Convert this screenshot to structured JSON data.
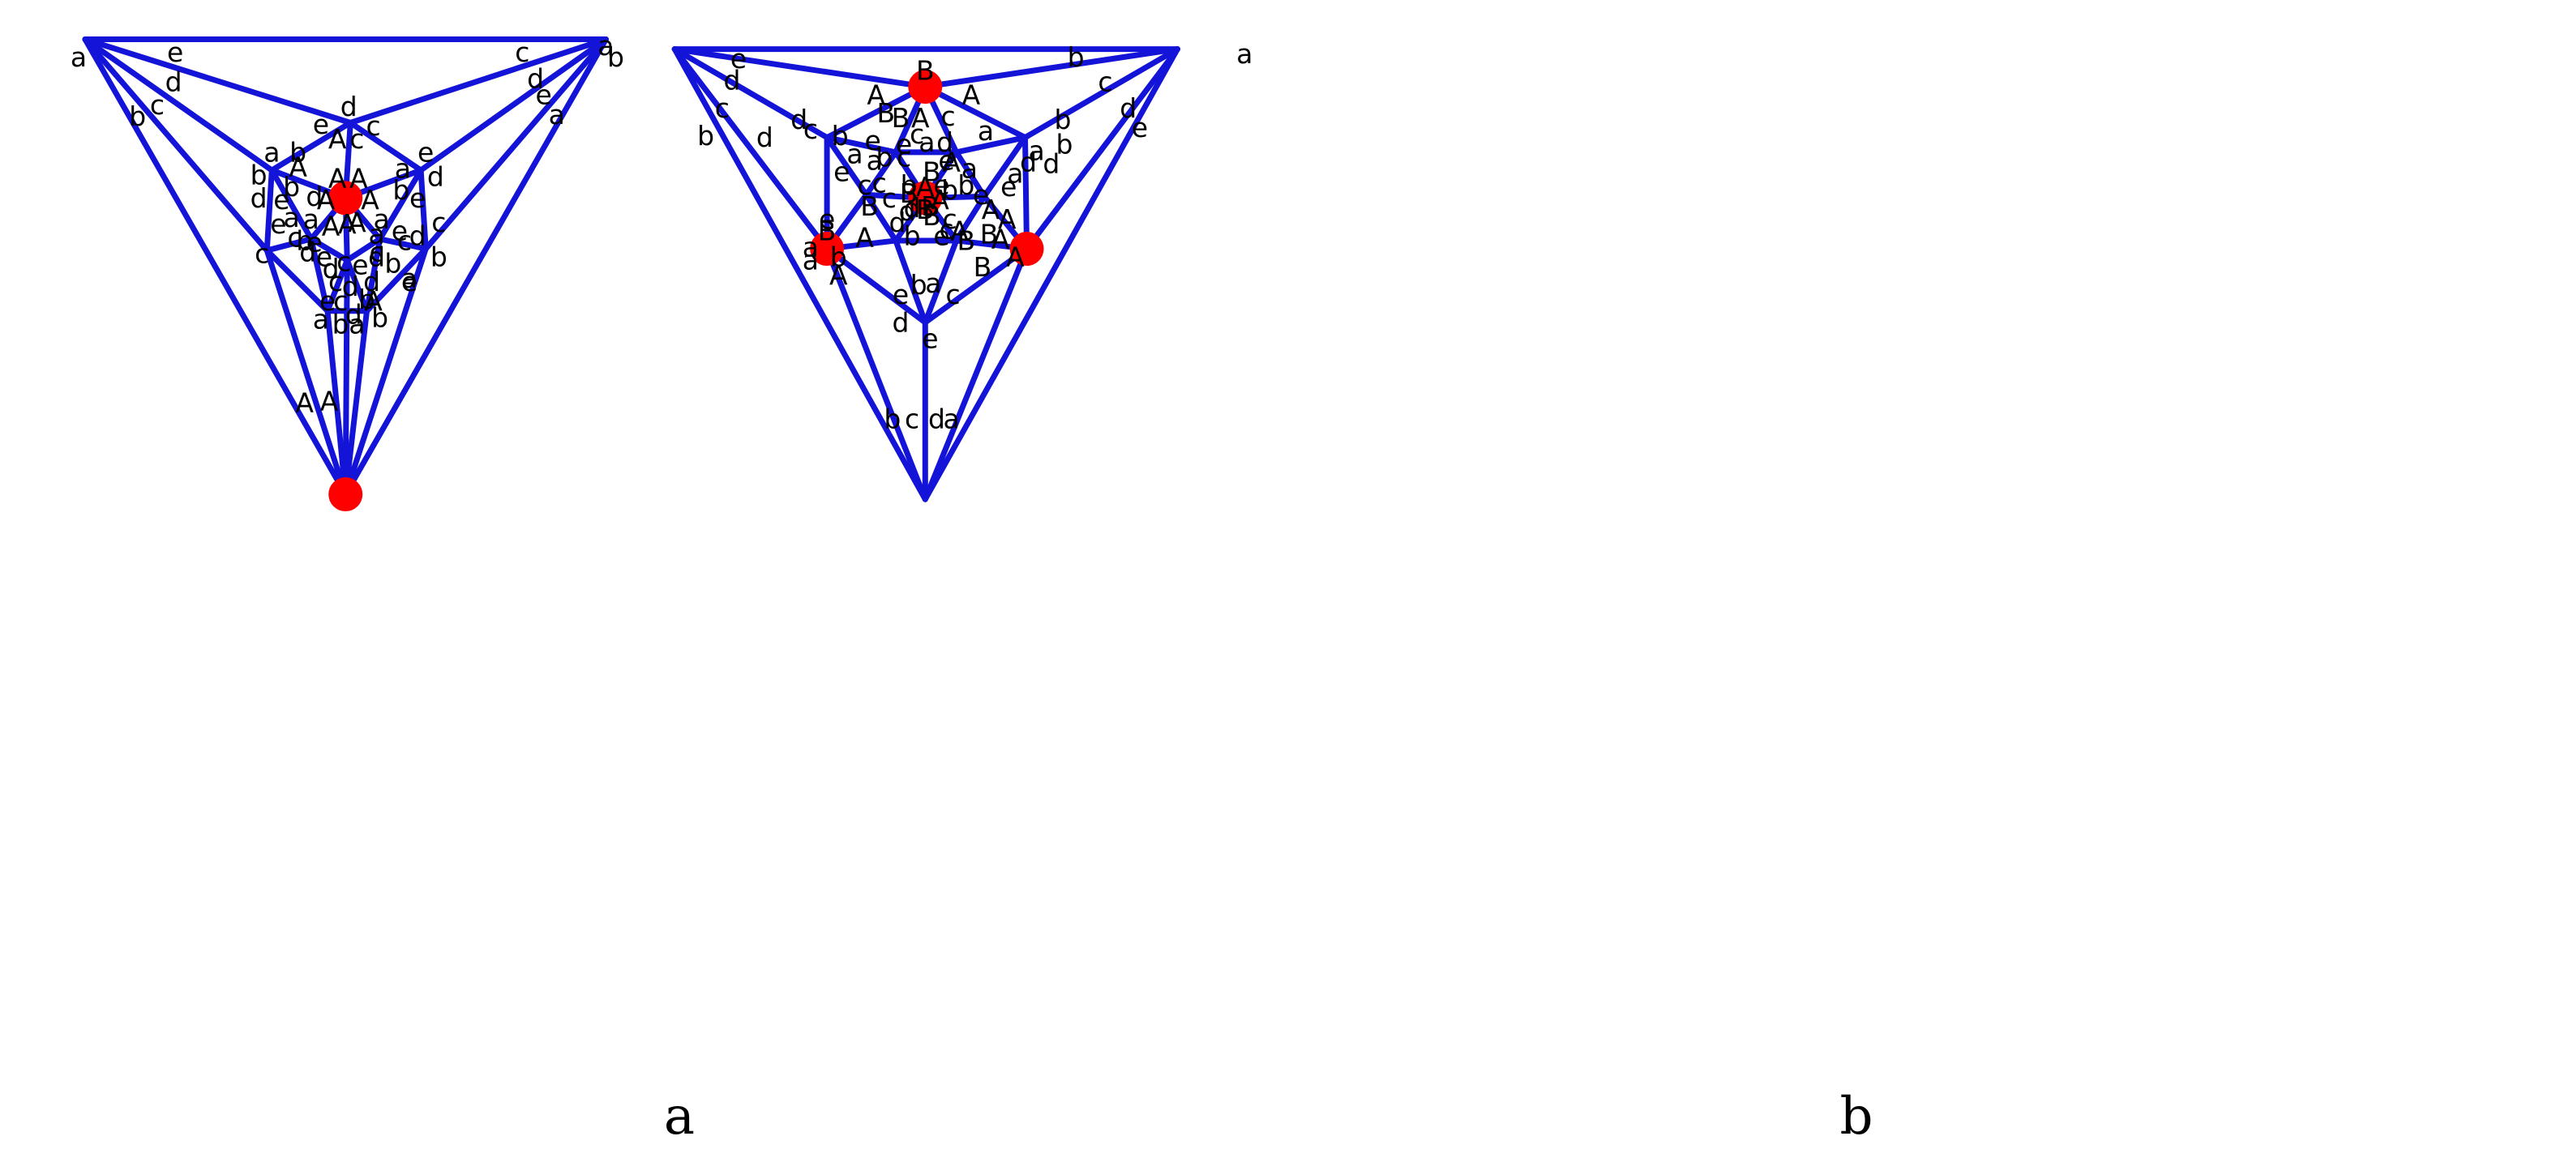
{
  "colors": {
    "edge": "#1414d8",
    "vertex": "#ff0000",
    "text": "#000000"
  },
  "panels": [
    {
      "caption": "a",
      "labels": [
        "a",
        "b",
        "e",
        "d",
        "c",
        "b",
        "c",
        "d",
        "e",
        "a",
        "d",
        "e",
        "c",
        "b",
        "a",
        "b",
        "A",
        "A",
        "c",
        "b",
        "d",
        "e",
        "d",
        "a",
        "e",
        "a",
        "b",
        "d",
        "c",
        "e",
        "d",
        "A",
        "A",
        "a",
        "e",
        "d",
        "b",
        "e",
        "c",
        "A",
        "A",
        "a",
        "c",
        "e",
        "c",
        "b",
        "a",
        "d",
        "c",
        "e",
        "d",
        "b",
        "e",
        "d",
        "c",
        "e",
        "b",
        "d",
        "d",
        "c",
        "e",
        "c",
        "a",
        "a",
        "b",
        "b",
        "a",
        "A",
        "A",
        "A",
        "A",
        "A",
        "A"
      ]
    },
    {
      "caption": "b",
      "labels": [
        "a",
        "a",
        "e",
        "b",
        "d",
        "c",
        "c",
        "d",
        "b",
        "e",
        "B",
        "A",
        "A",
        "B",
        "B",
        "A",
        "c",
        "d",
        "d",
        "c",
        "b",
        "e",
        "c",
        "e",
        "a",
        "d",
        "e",
        "c",
        "a",
        "b",
        "b",
        "a",
        "d",
        "a",
        "e",
        "d",
        "a",
        "a",
        "b",
        "c",
        "B",
        "A",
        "c",
        "b",
        "e",
        "b",
        "e",
        "a",
        "c",
        "d",
        "B",
        "A",
        "B",
        "A",
        "b",
        "d",
        "A",
        "A",
        "B",
        "c",
        "e",
        "B",
        "B",
        "A",
        "A",
        "B",
        "d",
        "b",
        "e",
        "c",
        "A",
        "B",
        "e",
        "a",
        "a",
        "b",
        "A",
        "B",
        "B",
        "A",
        "b",
        "a",
        "e",
        "c",
        "d",
        "e",
        "d",
        "c",
        "b",
        "a"
      ]
    }
  ]
}
